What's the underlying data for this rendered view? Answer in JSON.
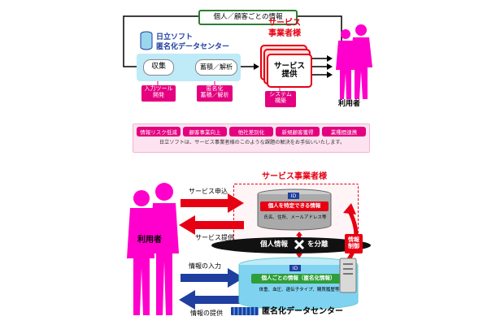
{
  "top": {
    "feedback_label": "個人／顧客ごとの情報",
    "center_title_1": "日立ソフト",
    "center_title_2": "匿名化データセンター",
    "collect": "収集",
    "accumulate": "蓄積／解析",
    "service_provider_1": "サービス",
    "service_provider_2": "事業者様",
    "service_box_1": "サービス",
    "service_box_2": "提供",
    "user": "利用者",
    "input_tool_1": "入力ツール",
    "input_tool_2": "開発",
    "anonymize_1": "匿名化",
    "anonymize_2": "蓄積／解析",
    "system_1": "システム",
    "system_2": "構築"
  },
  "mid": {
    "tags": [
      "情報リスク低減",
      "顧客事業向上",
      "他社差別化",
      "新規顧客獲得",
      "業種間連携"
    ],
    "statement": "日立ソフトは、サービス事業者様のこのような課題の解決をお手伝いいたします。"
  },
  "bottom": {
    "service_provider": "サービス事業者様",
    "service_apply": "サービス申込",
    "service_provide": "サービス提供",
    "id_label": "ID",
    "personal_id_info": "個人を特定できる情報",
    "personal_id_detail": "氏名、住所、メールアドレス等",
    "user": "利用者",
    "separate_1": "個人情報",
    "separate_2": "を分離",
    "access_ctrl_1": "情報",
    "access_ctrl_2": "制御",
    "input_info": "情報の入力",
    "provide_info": "情報の提供",
    "id_label2": "ID",
    "per_person_info": "個人ごとの情報（匿名化情報）",
    "per_person_detail": "体重、血圧、遺伝子タイプ、購買履歴等",
    "center_name": "匿名化データセンター"
  },
  "colors": {
    "magenta": "#e4007f",
    "green": "#2e7d32",
    "blue": "#1e3fa0",
    "red": "#e60012",
    "cyan": "#bfeaf7"
  }
}
